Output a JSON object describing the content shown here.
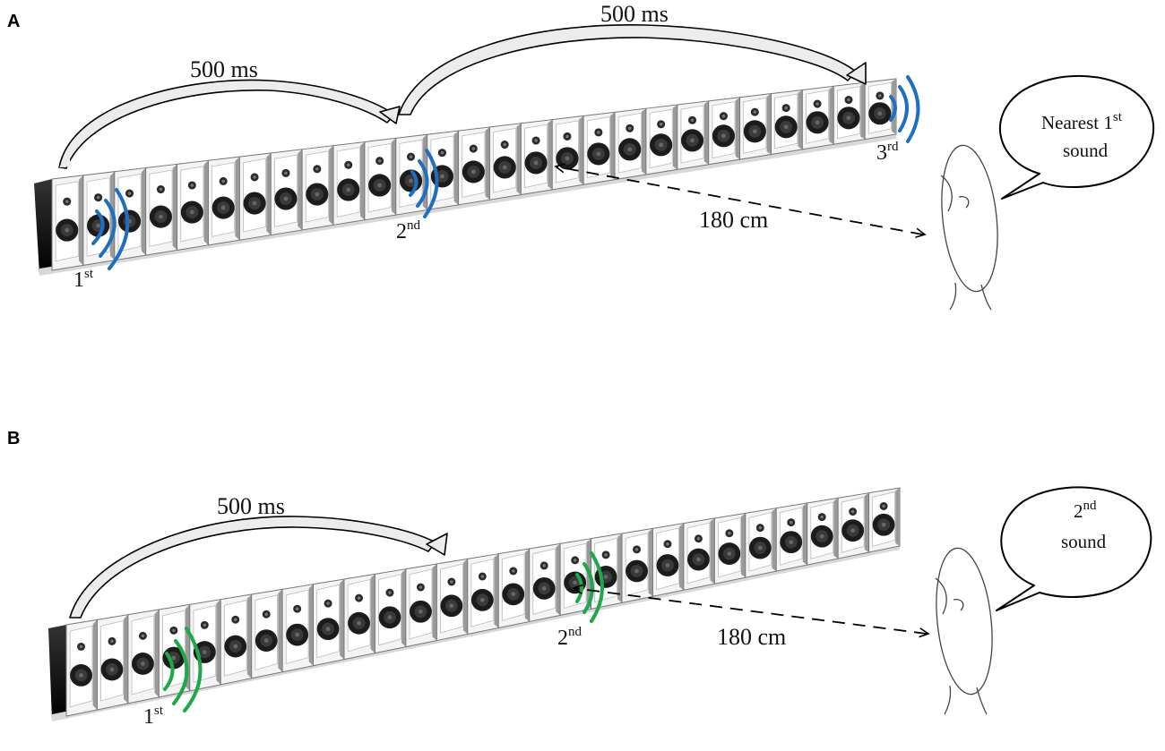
{
  "panels": [
    {
      "letter": "A",
      "arc1_label": "500 ms",
      "arc2_label": "500 ms",
      "distance": "180 cm",
      "markers": [
        {
          "num": "1",
          "sup": "st"
        },
        {
          "num": "2",
          "sup": "nd"
        },
        {
          "num": "3",
          "sup": "rd"
        }
      ],
      "bubble": {
        "line1_main": "Nearest 1",
        "line1_sup": "st",
        "line2": "sound"
      },
      "wave_color": "#1f6fc0"
    },
    {
      "letter": "B",
      "arc1_label": "500 ms",
      "distance": "180 cm",
      "markers": [
        {
          "num": "1",
          "sup": "st"
        },
        {
          "num": "2",
          "sup": "nd"
        }
      ],
      "bubble": {
        "line1_main": "2",
        "line1_sup": "nd",
        "line2": "sound"
      },
      "wave_color": "#1ea84a"
    }
  ]
}
